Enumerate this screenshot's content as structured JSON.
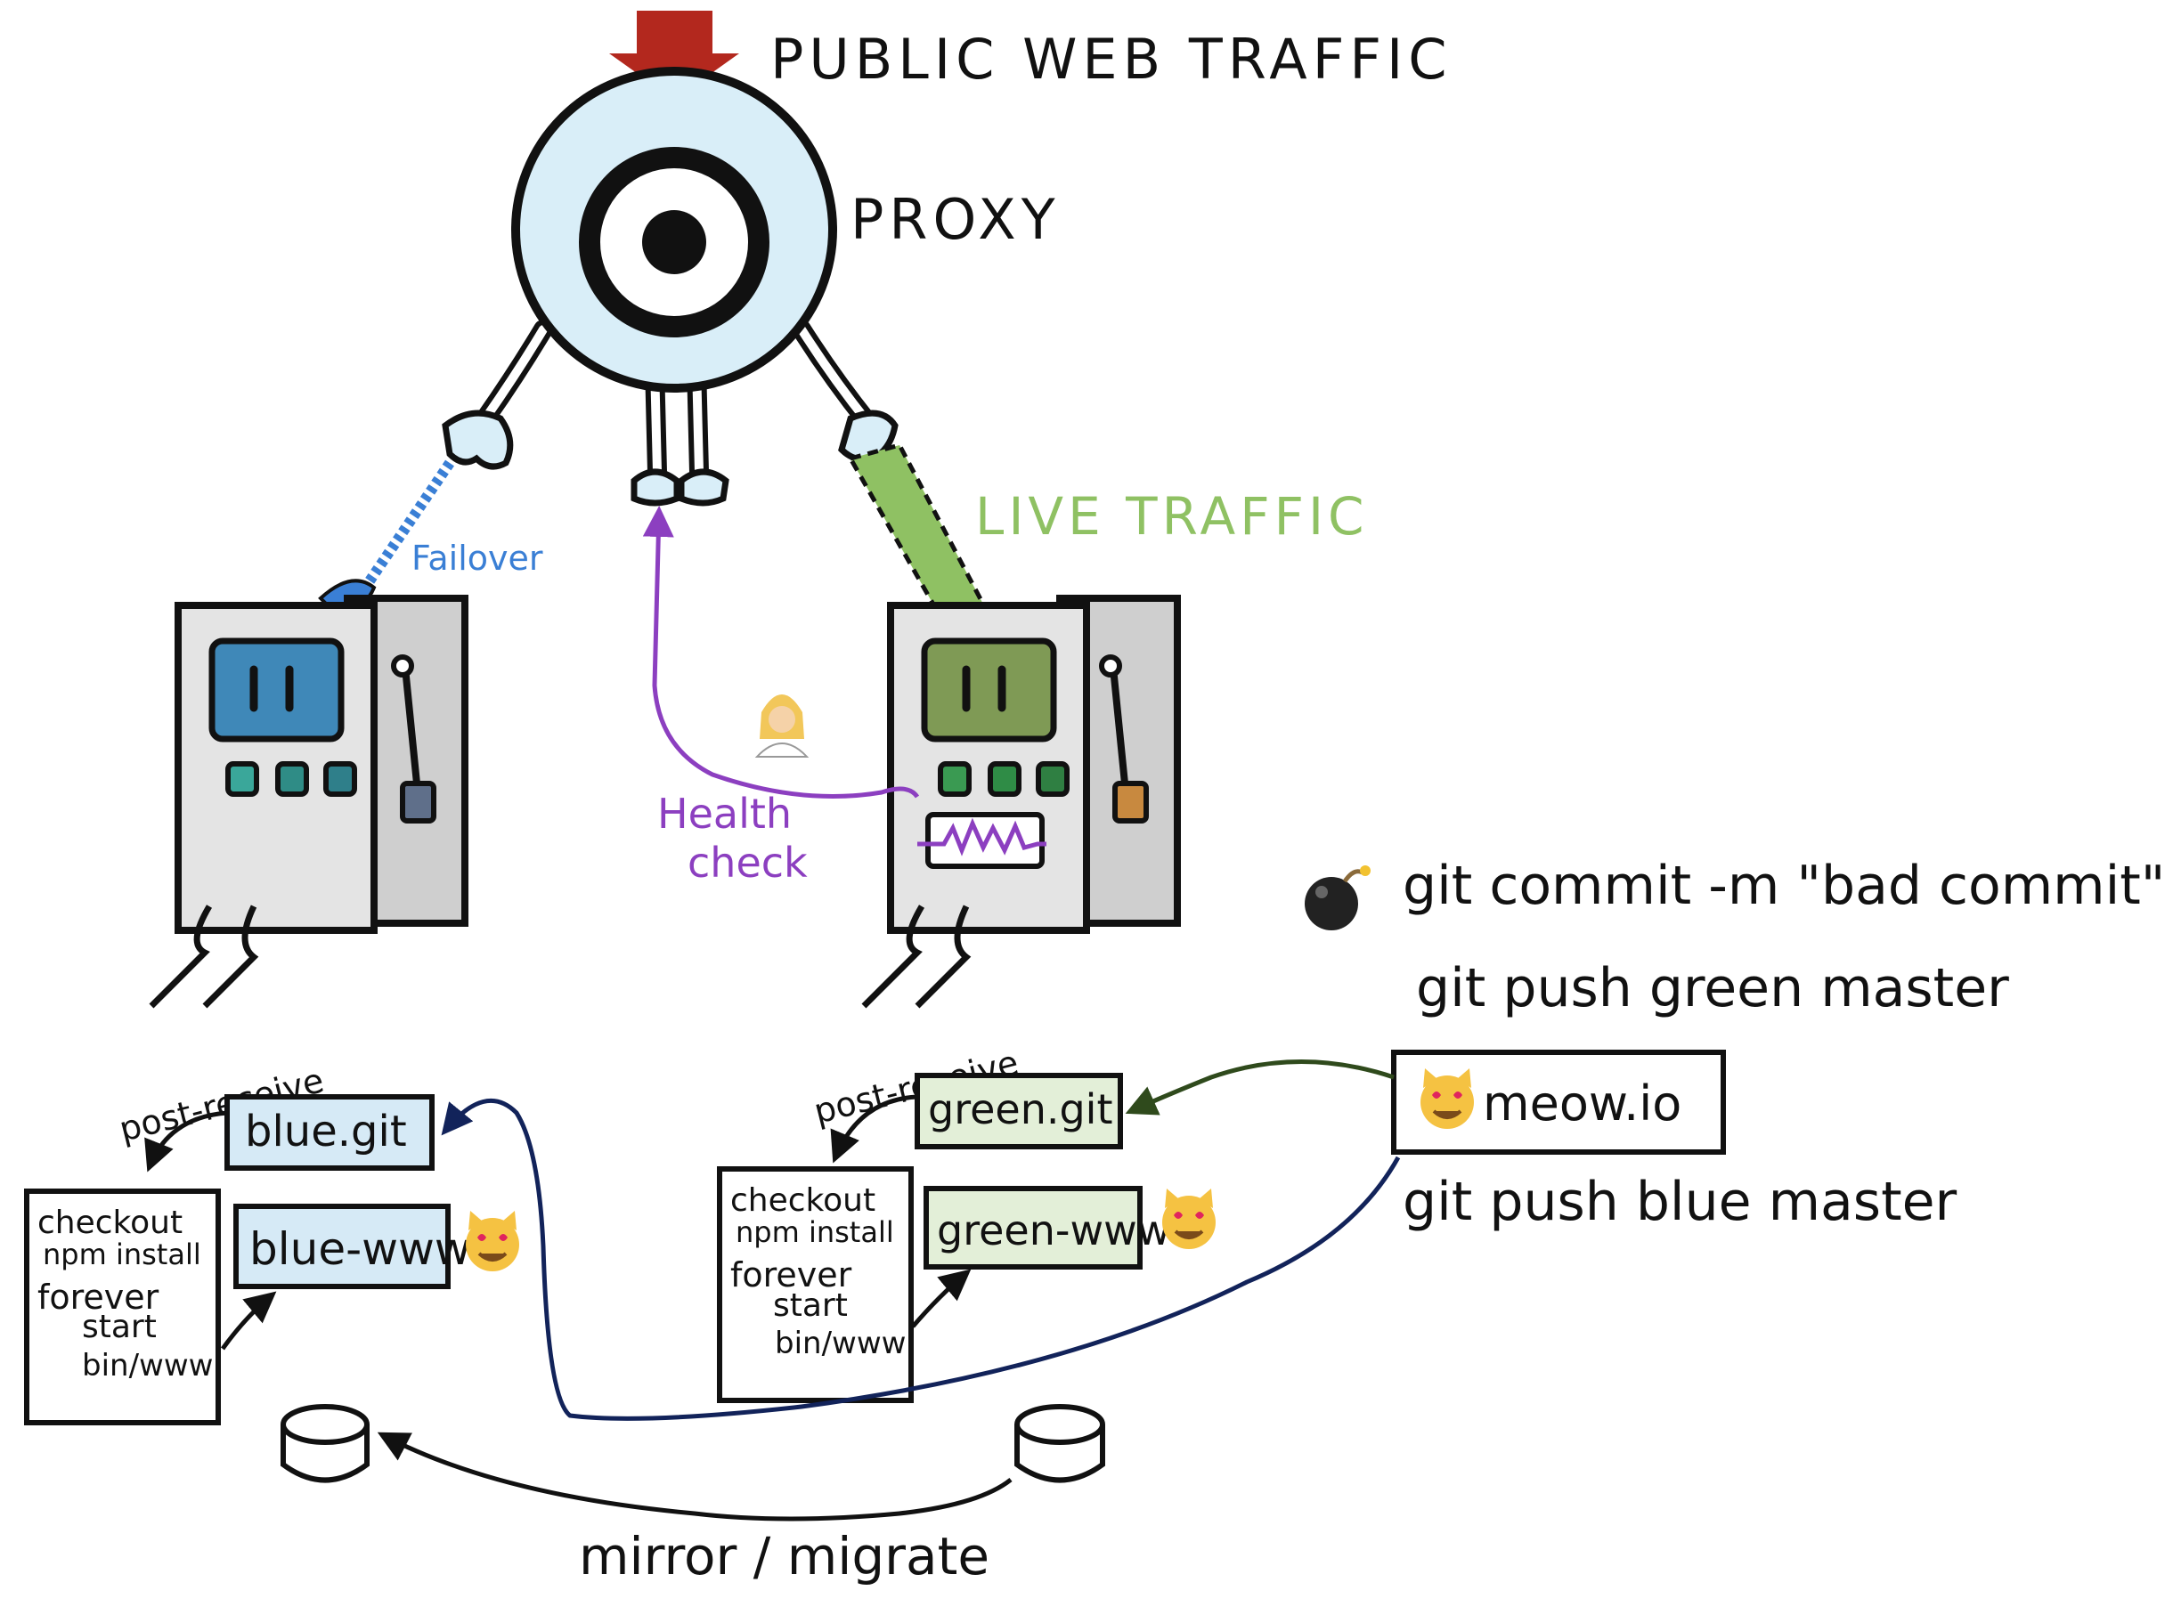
{
  "labels": {
    "public_web_traffic": "PUBLIC WEB TRAFFIC",
    "proxy": "PROXY",
    "live_traffic": "LIVE TRAFFIC",
    "failover": "Failover",
    "health_check_1": "Health",
    "health_check_2": "check",
    "git_commit": "git commit -m \"bad commit\"",
    "git_push_green": "git push green master",
    "git_push_blue": "git push blue master",
    "mirror_migrate": "mirror / migrate"
  },
  "blue_side": {
    "post_receive": "post-receive",
    "repo": "blue.git",
    "www": "blue-www",
    "steps": [
      "checkout",
      "npm install",
      "forever",
      "start",
      "bin/www"
    ]
  },
  "green_side": {
    "post_receive": "post-receive",
    "repo": "green.git",
    "www": "green-www",
    "steps": [
      "checkout",
      "npm install",
      "forever",
      "start",
      "bin/www"
    ]
  },
  "app": {
    "name": "meow.io",
    "icon": "heart-eyes-cat-icon"
  },
  "icons": {
    "bomb": "bomb-icon",
    "doctor": "health-worker-icon",
    "cat": "heart-eyes-cat-icon",
    "arrow": "down-arrow-icon"
  },
  "colors": {
    "ink": "#111111",
    "arrow_red": "#b3281e",
    "proxy_fill": "#d9eef8",
    "blue": "#3a7fd5",
    "blue_screen": "#3f88b8",
    "green": "#8fc163",
    "green_screen": "#7f9a55",
    "purple": "#8c3fc0",
    "navy": "#12235a",
    "dark_green": "#2f4a1c",
    "blue_box": "#d6eaf6",
    "green_box": "#e3efd8",
    "server_gray": "#e4e4e4"
  }
}
